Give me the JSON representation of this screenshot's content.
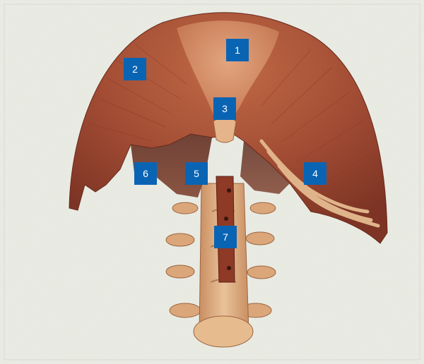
{
  "labels": [
    {
      "id": "1",
      "text": "1"
    },
    {
      "id": "2",
      "text": "2"
    },
    {
      "id": "3",
      "text": "3"
    },
    {
      "id": "4",
      "text": "4"
    },
    {
      "id": "5",
      "text": "5"
    },
    {
      "id": "6",
      "text": "6"
    },
    {
      "id": "7",
      "text": "7"
    }
  ],
  "colors": {
    "label_background": "#0a64b4",
    "label_text": "#ffffff",
    "page_background": "#eceee6",
    "muscle": "#a8523a",
    "central_tendon": "#d9956c",
    "bone": "#e4b98a"
  }
}
